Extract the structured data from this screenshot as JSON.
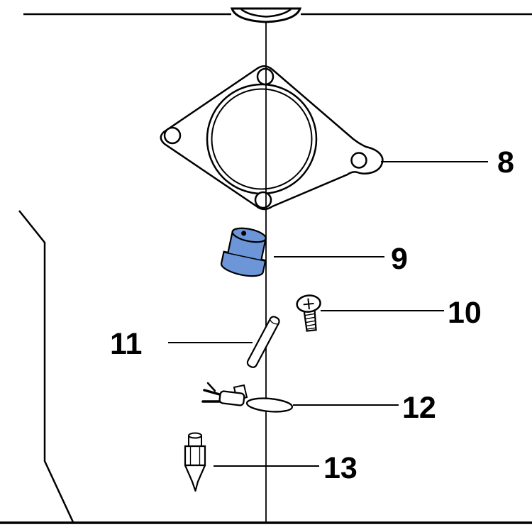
{
  "diagram": {
    "background_color": "#ffffff",
    "line_color": "#000000",
    "highlight_color": "#6d96d8",
    "callouts": [
      {
        "label": "8"
      },
      {
        "label": "9"
      },
      {
        "label": "10"
      },
      {
        "label": "11"
      },
      {
        "label": "12"
      },
      {
        "label": "13"
      }
    ]
  }
}
